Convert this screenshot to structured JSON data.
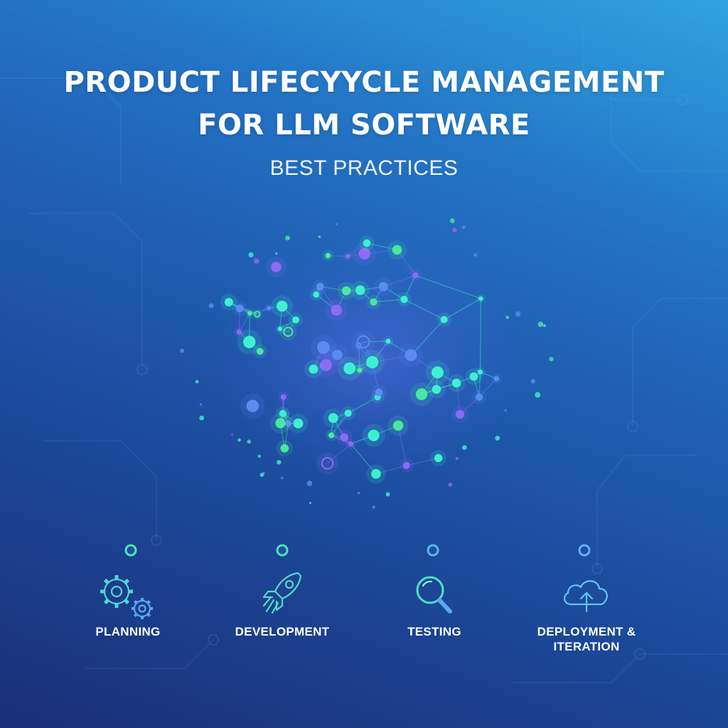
{
  "header": {
    "title_line_1": "PRODUCT LIFECYYCLE MANAGEMENT",
    "title_line_2": "FOR LLM SOFTWARE",
    "subtitle": "BEST PRACTICES"
  },
  "colors": {
    "node_teal": "#3ff0d0",
    "node_green": "#48e8a0",
    "node_purple": "#8a6cf5",
    "node_blue": "#5a8cf0",
    "timeline_start": "#4ee8a8",
    "timeline_end": "#6aaef5"
  },
  "stages": [
    {
      "name": "planning",
      "icon": "gears-icon",
      "label": "PLANNING"
    },
    {
      "name": "development",
      "icon": "rocket-icon",
      "label": "DEVELOPMENT"
    },
    {
      "name": "testing",
      "icon": "magnifier-icon",
      "label": "TESTING"
    },
    {
      "name": "deployment",
      "icon": "cloud-upload-icon",
      "label": "DEPLOYMENT &\nITERATION"
    }
  ],
  "central_graphic": {
    "icon": "neural-brain-icon"
  }
}
